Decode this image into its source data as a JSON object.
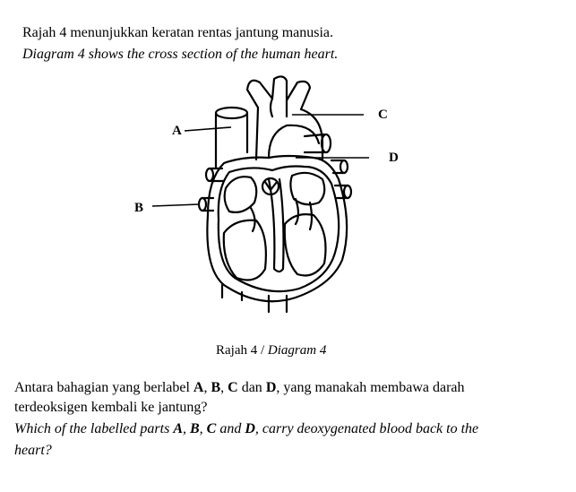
{
  "intro": {
    "malay": "Rajah 4 menunjukkan keratan rentas jantung manusia.",
    "english": "Diagram 4 shows the cross section of the human heart."
  },
  "diagram": {
    "labels": {
      "a": "A",
      "b": "B",
      "c": "C",
      "d": "D"
    },
    "caption": {
      "malay": "Rajah 4 / ",
      "english": "Diagram 4"
    }
  },
  "question": {
    "malay": {
      "p1": "Antara bahagian yang berlabel ",
      "a": "A",
      "s1": ", ",
      "b": "B",
      "s2": ", ",
      "c": "C",
      "s3": " dan ",
      "d": "D",
      "p2": ", yang manakah membawa darah",
      "line2": "terdeoksigen kembali ke jantung?"
    },
    "english": {
      "p1": "Which of the labelled parts ",
      "a": "A",
      "s1": ", ",
      "b": "B",
      "s2": ", ",
      "c": "C",
      "s3": " and ",
      "d": "D",
      "p2": ", carry deoxygenated blood back to the",
      "line2": "heart?"
    }
  }
}
